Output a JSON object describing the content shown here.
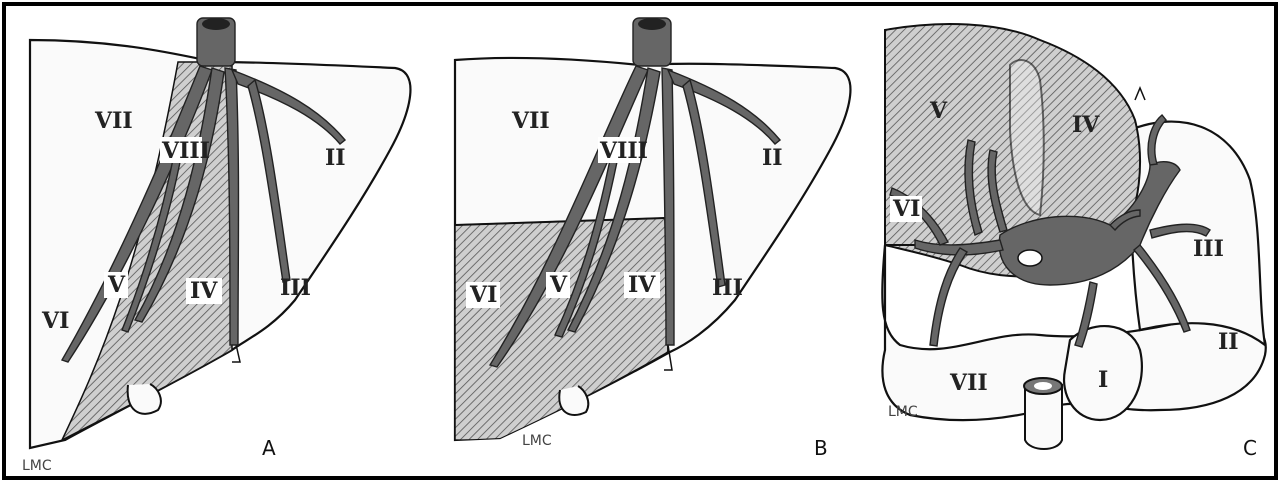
{
  "panels": [
    {
      "id": "A",
      "label": "A",
      "signature": "LMC",
      "segments": [
        "VII",
        "VIII",
        "II",
        "VI",
        "V",
        "IV",
        "III"
      ]
    },
    {
      "id": "B",
      "label": "B",
      "signature": "LMC",
      "segments": [
        "VII",
        "VIII",
        "II",
        "VI",
        "V",
        "IV",
        "III"
      ]
    },
    {
      "id": "C",
      "label": "C",
      "signature": "LMC",
      "segments": [
        "V",
        "IV",
        "VI",
        "III",
        "II",
        "VII",
        "I"
      ]
    }
  ],
  "colors": {
    "border": "#000000",
    "vessel": "#666666",
    "hatch": "#777777",
    "outline": "#111111"
  }
}
